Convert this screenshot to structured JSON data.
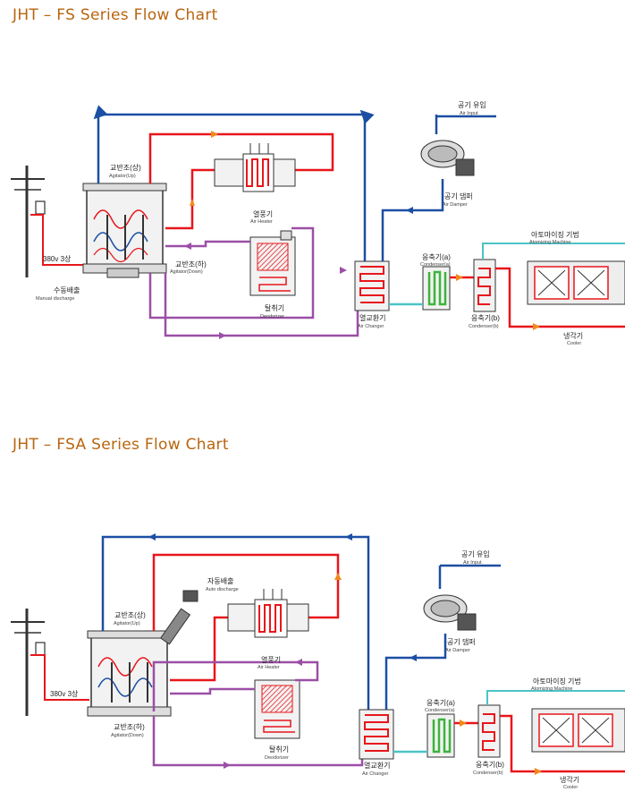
{
  "titles": {
    "fs": "JHT – FS Series Flow Chart",
    "fsa": "JHT – FSA Series Flow Chart"
  },
  "colors": {
    "title": "#b8650f",
    "hot_line": "#e8161b",
    "cold_line": "#1b4fa3",
    "exhaust_line": "#9b4fa6",
    "water_line": "#4cc3c7",
    "condenser": "#3cb43c"
  },
  "fs": {
    "power": "380v 3상",
    "agitator_up_ko": "교반조(상)",
    "agitator_up_en": "Agitator(Up)",
    "agitator_down_ko": "교반조(하)",
    "agitator_down_en": "Agitator(Down)",
    "manual_discharge_ko": "수동배출",
    "manual_discharge_en": "Manual discharge",
    "air_heater_ko": "열풍기",
    "air_heater_en": "Air Heater",
    "deodorizer_ko": "탈취기",
    "deodorizer_en": "Deodorizer",
    "air_changer_ko": "열교환기",
    "air_changer_en": "Air Changer",
    "air_input_ko": "공기 유입",
    "air_input_en": "Air Input",
    "air_damper_ko": "공기 댐퍼",
    "air_damper_en": "Air Damper",
    "condenser_a_ko": "응축기(a)",
    "condenser_a_en": "Condenser(a)",
    "condenser_b_ko": "응축기(b)",
    "condenser_b_en": "Condenser(b)",
    "atomizing_ko": "아토마이징 기법",
    "atomizing_en": "Atomizing Machine",
    "cooler_ko": "냉각기",
    "cooler_en": "Cooler"
  },
  "fsa": {
    "power": "380v 3상",
    "auto_discharge_ko": "자동배출",
    "auto_discharge_en": "Auto discharge",
    "agitator_up_ko": "교반조(상)",
    "agitator_up_en": "Agitator(Up)",
    "agitator_down_ko": "교반조(하)",
    "agitator_down_en": "Agitator(Down)",
    "air_heater_ko": "열풍기",
    "air_heater_en": "Air Heater",
    "deodorizer_ko": "탈취기",
    "deodorizer_en": "Deodorizer",
    "air_changer_ko": "열교환기",
    "air_changer_en": "Air Changer",
    "air_input_ko": "공기 유입",
    "air_input_en": "Air Input",
    "air_damper_ko": "공기 댐퍼",
    "air_damper_en": "Air Damper",
    "condenser_a_ko": "응축기(a)",
    "condenser_a_en": "Condenser(a)",
    "condenser_b_ko": "응축기(b)",
    "condenser_b_en": "Condenser(b)",
    "atomizing_ko": "아토마이징 기법",
    "atomizing_en": "Atomizing Machine",
    "cooler_ko": "냉각기",
    "cooler_en": "Cooler"
  }
}
